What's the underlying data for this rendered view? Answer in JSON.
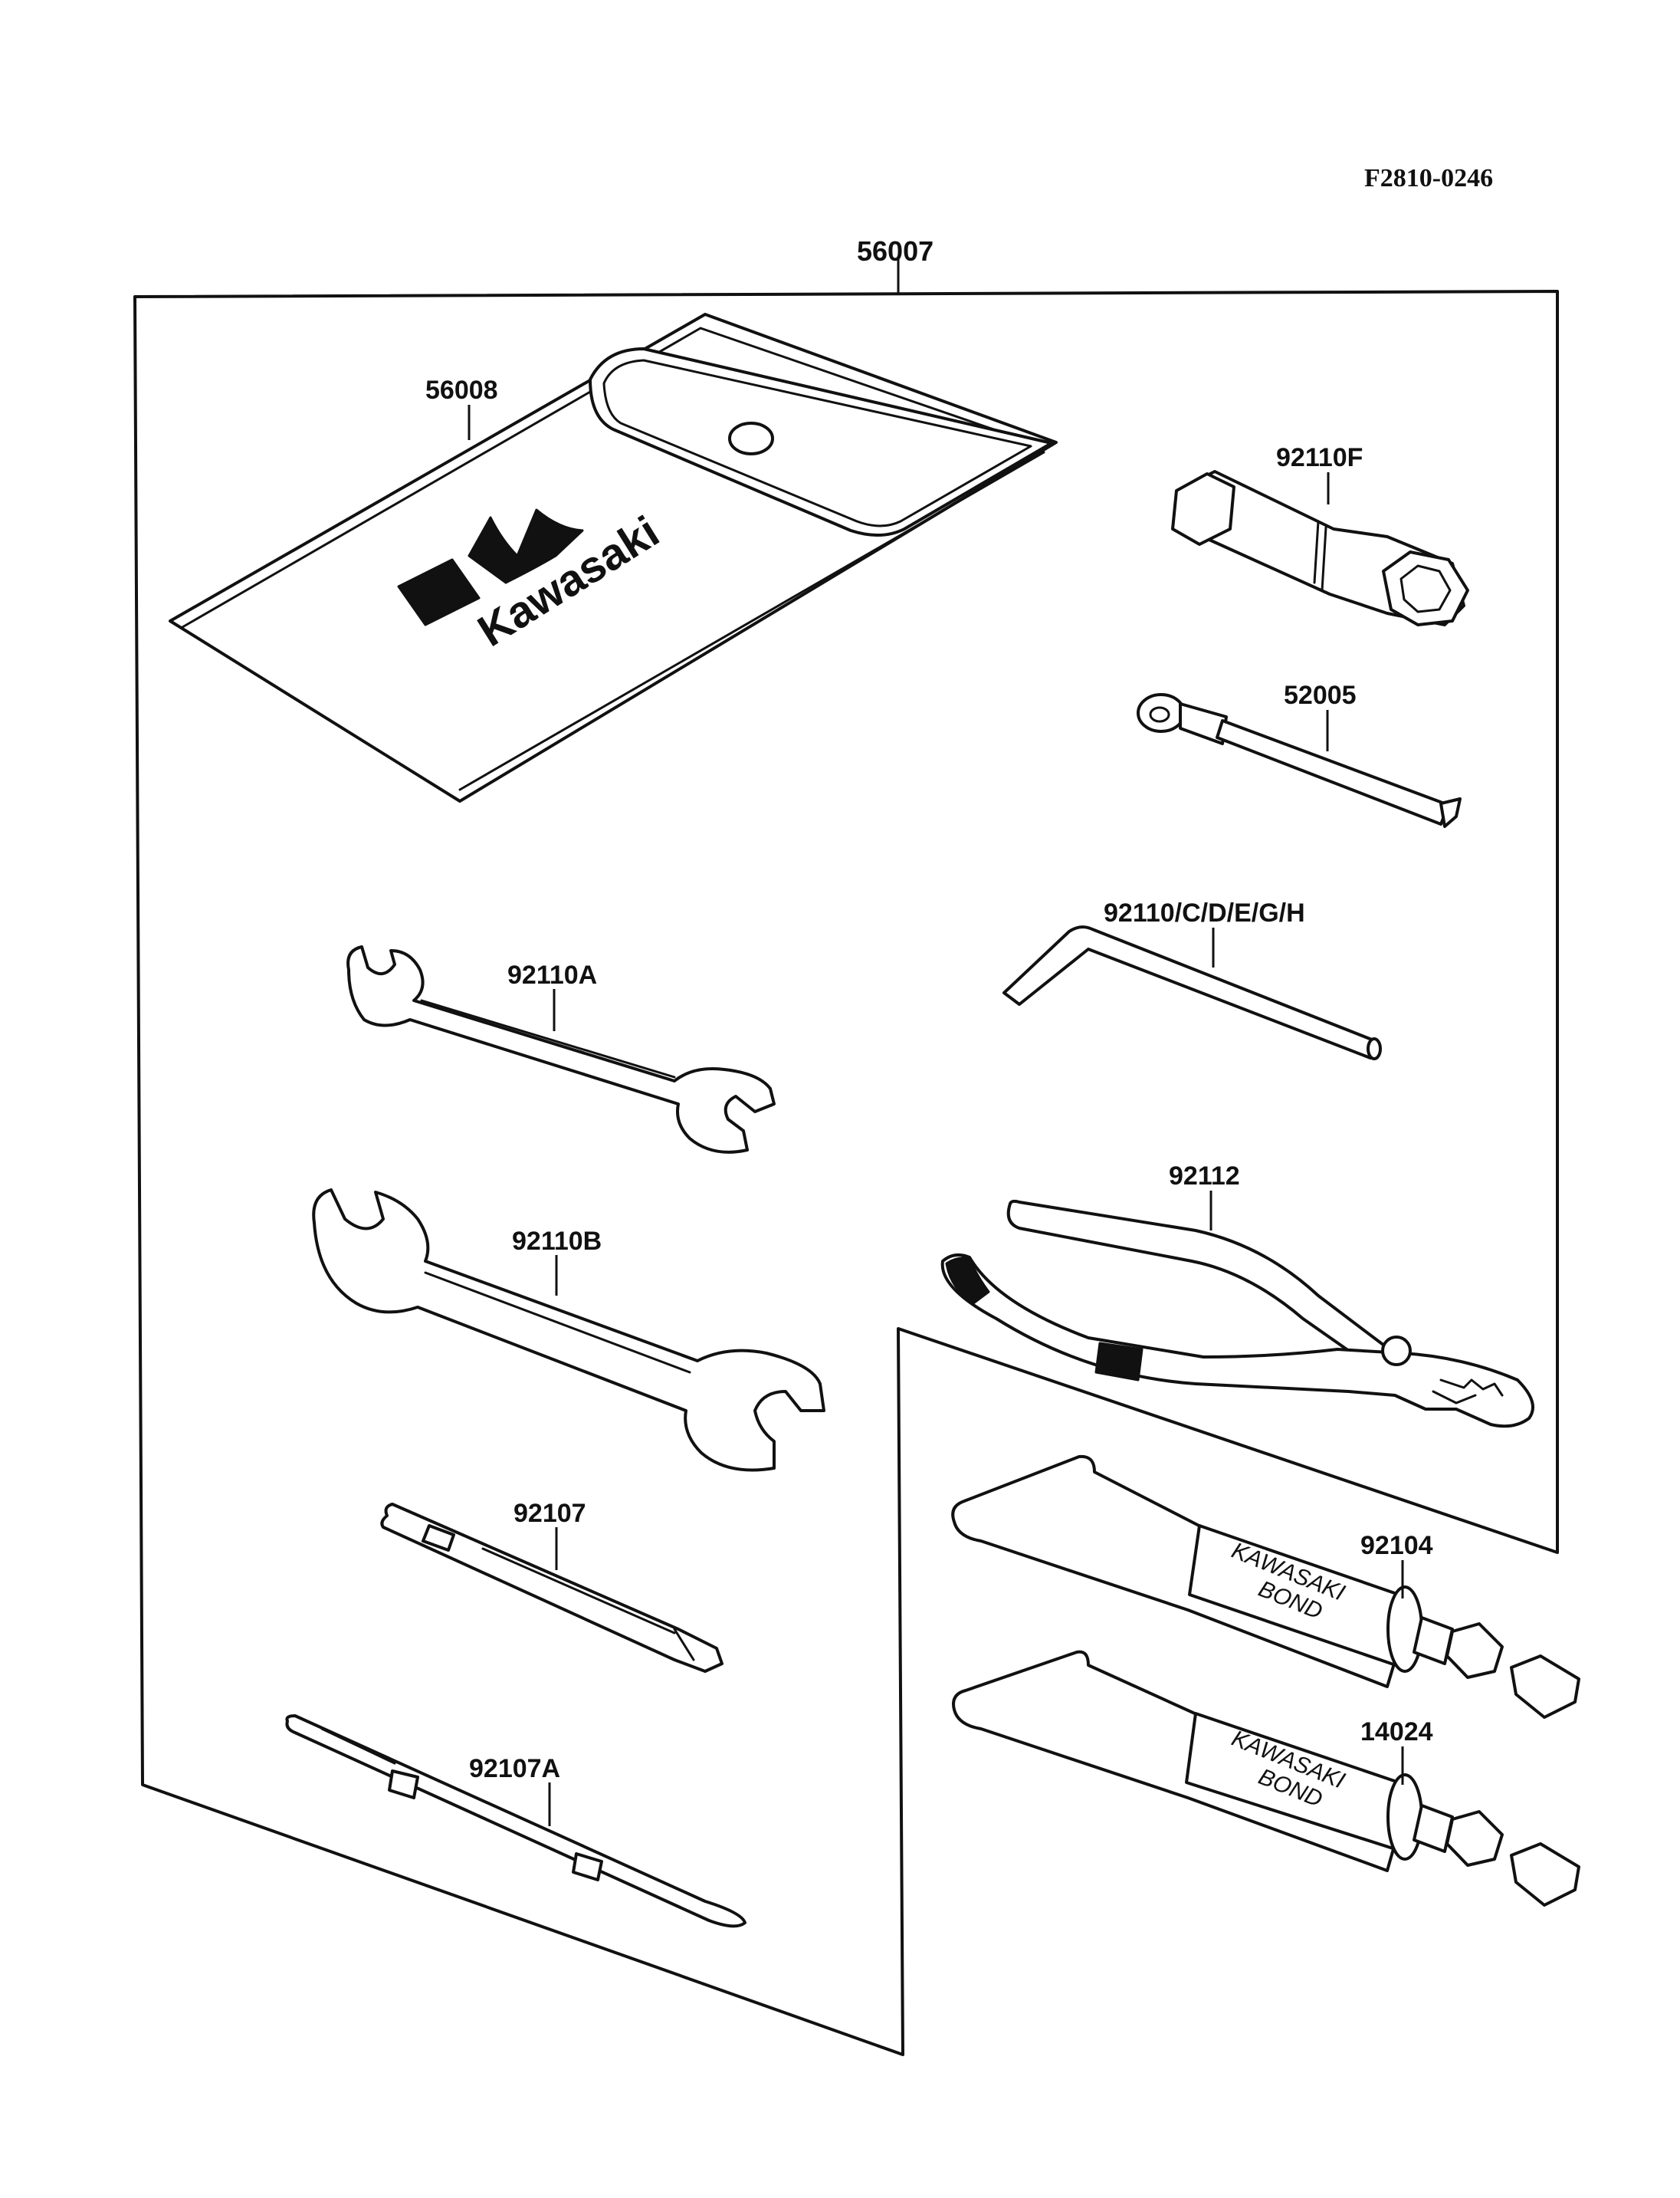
{
  "diagram_code": "F2810-0246",
  "parts": {
    "tool_kit": "56007",
    "tool_case": "56008",
    "plug_wrench": "92110F",
    "spoke_wrench": "52005",
    "hex_wrench": "92110/C/D/E/G/H",
    "wrench_a": "92110A",
    "wrench_b": "92110B",
    "pliers": "92112",
    "screwdriver": "92107",
    "screwdriver_handle": "92107A",
    "bond_tube_1": "92104",
    "bond_tube_2": "14024"
  },
  "pouch_brand": "Kawasaki",
  "tube_text": {
    "line1": "KAWASAKI",
    "line2": "BOND"
  }
}
